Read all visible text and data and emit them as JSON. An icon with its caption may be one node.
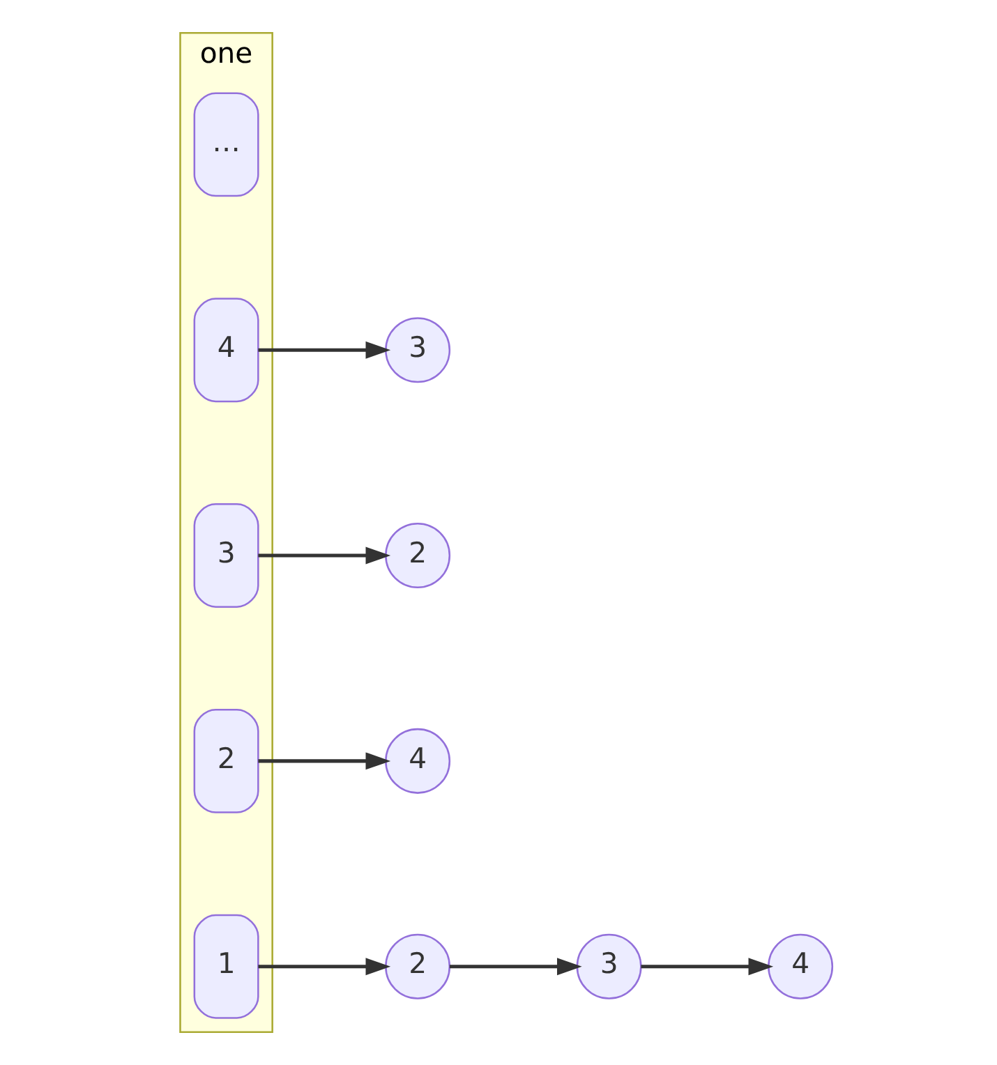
{
  "diagram": {
    "nodes": [
      {
        "text": [
          "one"
        ]
      },
      {
        "text": [
          "1"
        ],
        "in": 0
      },
      {
        "text": [
          "2"
        ],
        "in": 0
      },
      {
        "text": [
          "3"
        ],
        "in": 0
      },
      {
        "text": [
          "4"
        ],
        "in": 0
      },
      {
        "text": [
          "…"
        ],
        "in": 0
      },
      {
        "text": [
          "2"
        ]
      },
      {
        "text": [
          "3"
        ]
      },
      {
        "text": [
          "4"
        ]
      },
      {
        "text": [
          "4"
        ]
      },
      {
        "text": [
          "2"
        ]
      },
      {
        "text": [
          "3"
        ]
      }
    ],
    "edges": [
      {
        "from": 1,
        "to": 6,
        "arrow": "to"
      },
      {
        "from": 6,
        "to": 7,
        "arrow": "to"
      },
      {
        "from": 7,
        "to": 8,
        "arrow": "to"
      },
      {
        "from": 2,
        "to": 9,
        "arrow": "to"
      },
      {
        "from": 3,
        "to": 10,
        "arrow": "to"
      },
      {
        "from": 4,
        "to": 11,
        "arrow": "to"
      }
    ]
  }
}
